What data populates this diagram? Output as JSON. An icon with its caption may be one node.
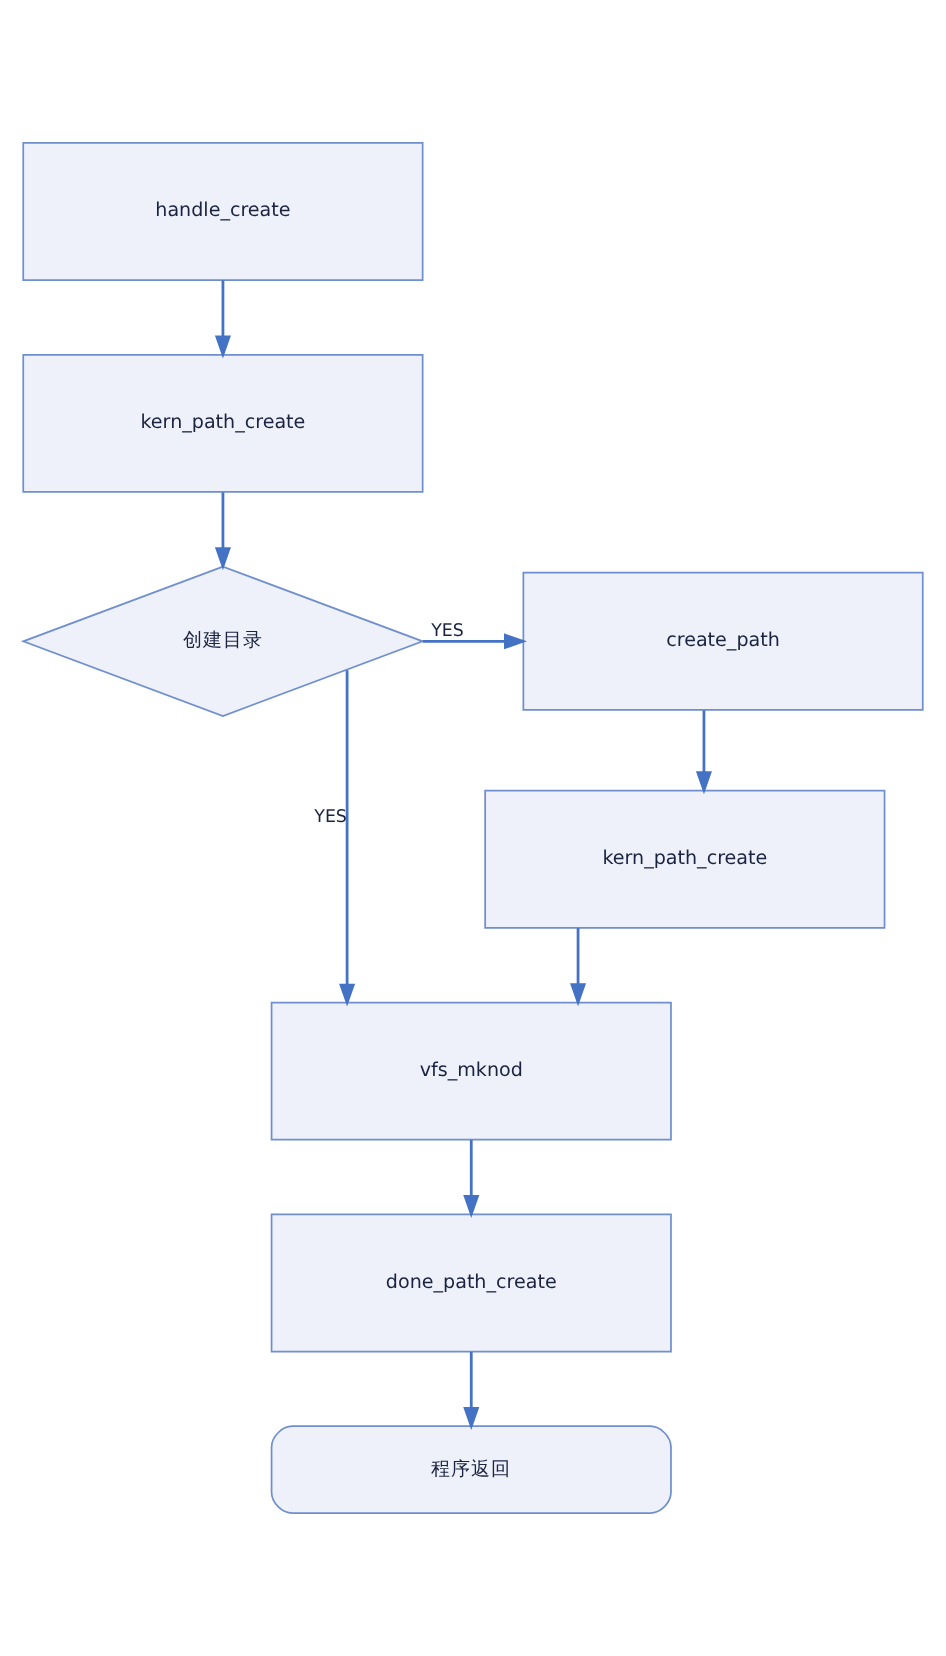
{
  "diagram": {
    "nodes": [
      {
        "text": [
          "handle_create"
        ]
      },
      {
        "text": [
          "kern_path_create"
        ]
      },
      {
        "text": [
          "创建目录"
        ]
      },
      {
        "text": [
          "create_path"
        ]
      },
      {
        "text": [
          "kern_path_create"
        ]
      },
      {
        "text": [
          "vfs_mknod"
        ]
      },
      {
        "text": [
          "done_path_create"
        ]
      },
      {
        "text": [
          "程序返回"
        ]
      }
    ],
    "edges": [
      {
        "from": 0,
        "to": 1,
        "arrow": "to"
      },
      {
        "from": 1,
        "to": 2,
        "arrow": "to"
      },
      {
        "from": 2,
        "to": 3,
        "arrow": "to",
        "label": "YES"
      },
      {
        "from": 3,
        "to": 4,
        "arrow": "to"
      },
      {
        "from": 2,
        "to": 5,
        "arrow": "to",
        "label": "YES"
      },
      {
        "from": 4,
        "to": 5,
        "arrow": "to"
      },
      {
        "from": 5,
        "to": 6,
        "arrow": "to"
      },
      {
        "from": 6,
        "to": 7,
        "arrow": "to"
      }
    ]
  }
}
